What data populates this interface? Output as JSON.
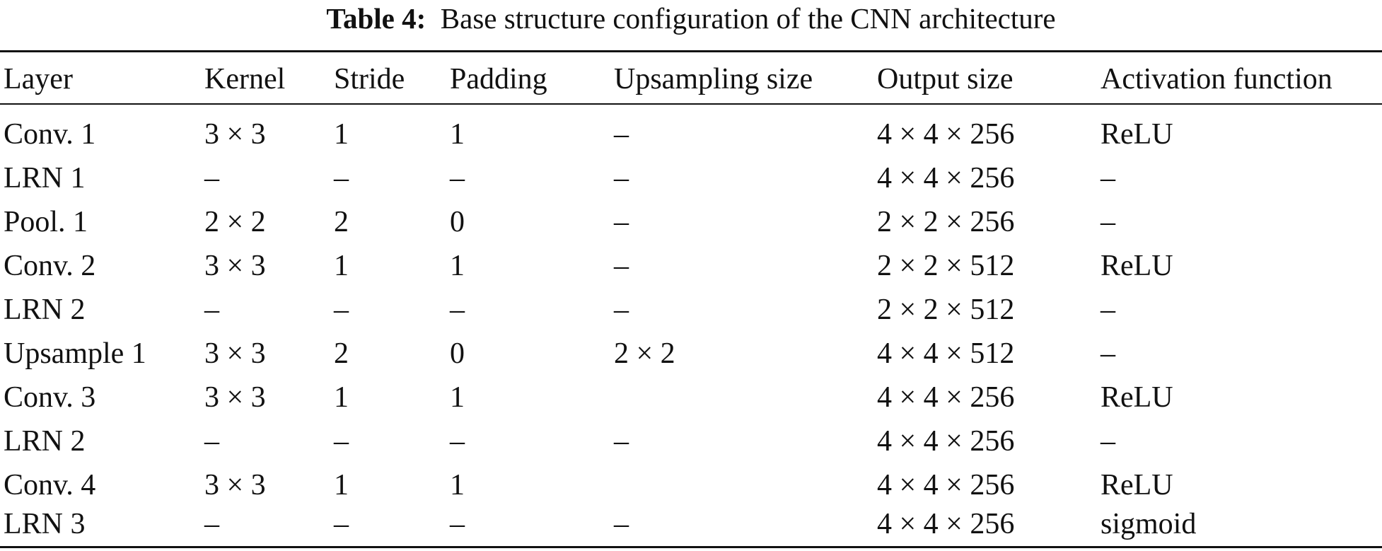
{
  "caption": {
    "label": "Table 4:",
    "text": "Base structure configuration of the CNN architecture"
  },
  "table": {
    "headers": [
      "Layer",
      "Kernel",
      "Stride",
      "Padding",
      "Upsampling size",
      "Output size",
      "Activation function"
    ],
    "rows": [
      [
        "Conv. 1",
        "3 × 3",
        "1",
        "1",
        "–",
        "4 × 4 × 256",
        "ReLU"
      ],
      [
        "LRN 1",
        "–",
        "–",
        "–",
        "–",
        "4 × 4 × 256",
        "–"
      ],
      [
        "Pool. 1",
        "2 × 2",
        "2",
        "0",
        "–",
        "2 × 2 × 256",
        "–"
      ],
      [
        "Conv. 2",
        "3 × 3",
        "1",
        "1",
        "–",
        "2 × 2 × 512",
        "ReLU"
      ],
      [
        "LRN 2",
        "–",
        "–",
        "–",
        "–",
        "2 × 2 × 512",
        "–"
      ],
      [
        "Upsample 1",
        "3 × 3",
        "2",
        "0",
        "2 × 2",
        "4 × 4 × 512",
        "–"
      ],
      [
        "Conv. 3",
        "3 × 3",
        "1",
        "1",
        "",
        "4 × 4 × 256",
        "ReLU"
      ],
      [
        "LRN 2",
        "–",
        "–",
        "–",
        "–",
        "4 × 4 × 256",
        "–"
      ],
      [
        "Conv. 4",
        "3 × 3",
        "1",
        "1",
        "",
        "4 × 4 × 256",
        "ReLU"
      ],
      [
        "LRN 3",
        "–",
        "–",
        "–",
        "–",
        "4 × 4 × 256",
        "sigmoid"
      ]
    ]
  }
}
